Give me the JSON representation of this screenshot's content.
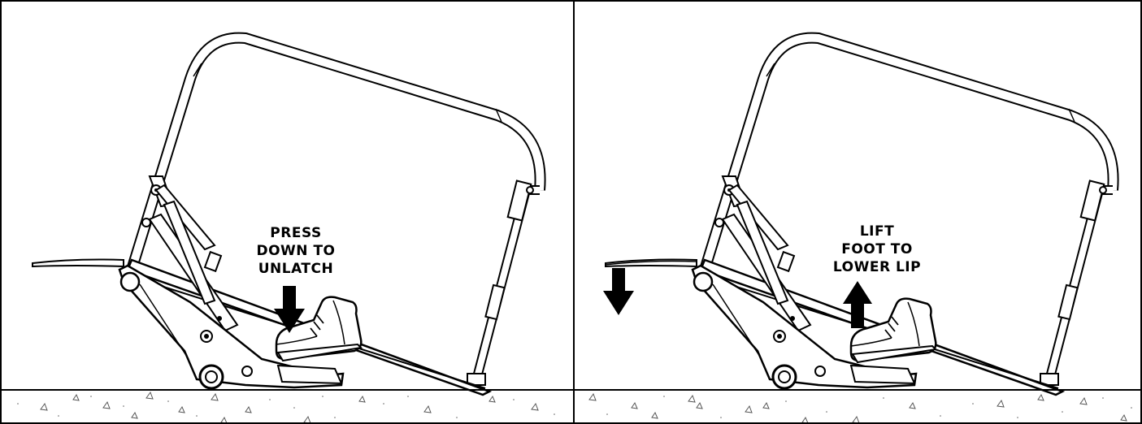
{
  "panels": [
    {
      "id": "step-unlatch",
      "caption_lines": [
        "PRESS",
        "DOWN TO",
        "UNLATCH"
      ],
      "foot_arrow": "down-arrow-icon"
    },
    {
      "id": "step-lower-lip",
      "caption_lines": [
        "LIFT",
        "FOOT TO",
        "LOWER LIP"
      ],
      "foot_arrow": "up-arrow-icon",
      "lip_arrow": "down-arrow-icon"
    }
  ],
  "colors": {
    "line": "#000000",
    "background": "#ffffff",
    "ground_speckle": "#555555"
  }
}
